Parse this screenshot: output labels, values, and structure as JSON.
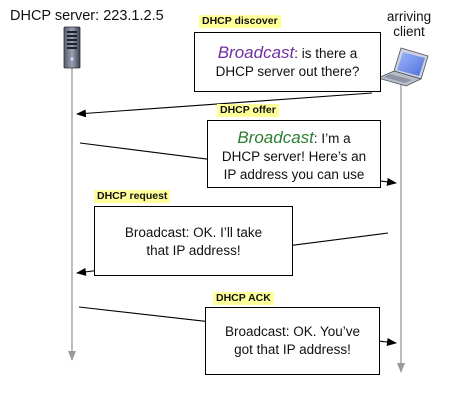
{
  "server": {
    "label": "DHCP server: 223.1.2.5",
    "icon": "server-tower-icon"
  },
  "client": {
    "label_line1": "arriving",
    "label_line2": "client",
    "icon": "laptop-icon"
  },
  "colors": {
    "label_highlight": "#ffff99",
    "broadcast_discover": "#7030a0",
    "broadcast_offer": "#2e7d32",
    "lifeline": "#9a9a9a",
    "arrow": "#000000"
  },
  "messages": [
    {
      "label": "DHCP discover",
      "emph": "Broadcast",
      "line1_rest": ": is there a",
      "line2": "DHCP server out there?"
    },
    {
      "label": "DHCP offer",
      "emph": "Broadcast",
      "line1_rest": ": I’m a",
      "line2": "DHCP server! Here’s an",
      "line3": "IP address you can use"
    },
    {
      "label": "DHCP request",
      "line1": "Broadcast: OK.  I’ll take",
      "line2": "that IP address!"
    },
    {
      "label": "DHCP ACK",
      "line1": "Broadcast: OK.  You’ve",
      "line2": "got that IP address!"
    }
  ]
}
